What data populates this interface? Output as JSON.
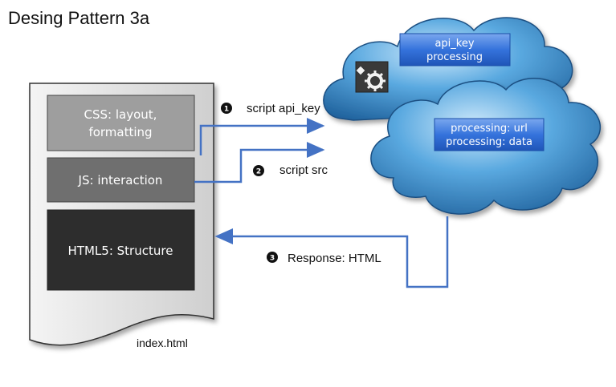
{
  "title": "Desing Pattern 3a",
  "document": {
    "filename": "index.html",
    "layers": [
      {
        "lines": [
          "CSS: layout,",
          "formatting"
        ],
        "color": "#9e9e9e"
      },
      {
        "lines": [
          "JS: interaction"
        ],
        "color": "#6f6f6f"
      },
      {
        "lines": [
          "HTML5: Structure"
        ],
        "color": "#2d2d2d"
      }
    ]
  },
  "cloud": {
    "top_box": [
      "api_key",
      "processing"
    ],
    "bottom_box": [
      "processing: url",
      "processing: data"
    ],
    "icon": "gear-icon"
  },
  "arrows": [
    {
      "step": "1",
      "label": "script api_key"
    },
    {
      "step": "2",
      "label": "script src"
    },
    {
      "step": "3",
      "label": "Response: HTML"
    }
  ],
  "colors": {
    "arrow": "#4472c4",
    "cloud": "#3f8cc8",
    "box": "#2f6fd0"
  }
}
